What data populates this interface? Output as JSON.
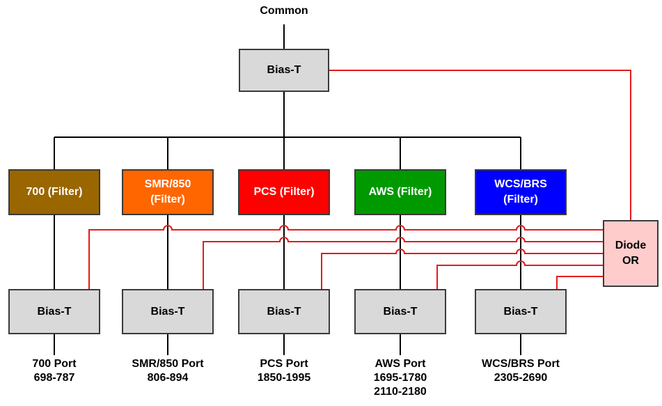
{
  "common_label": "Common",
  "top_biast": {
    "label": "Bias-T"
  },
  "filters": [
    {
      "label": "700 (Filter)",
      "color": "#996600"
    },
    {
      "label": "SMR/850\n(Filter)",
      "color": "#ff6600"
    },
    {
      "label": "PCS (Filter)",
      "color": "#ff0000"
    },
    {
      "label": "AWS (Filter)",
      "color": "#009900"
    },
    {
      "label": "WCS/BRS\n(Filter)",
      "color": "#0000ff"
    }
  ],
  "branch_biast_label": "Bias-T",
  "diode": {
    "label": "Diode\nOR",
    "color": "#ffcccc"
  },
  "ports": [
    {
      "name": "700 Port",
      "ranges": [
        "698-787"
      ]
    },
    {
      "name": "SMR/850 Port",
      "ranges": [
        "806-894"
      ]
    },
    {
      "name": "PCS Port",
      "ranges": [
        "1850-1995"
      ]
    },
    {
      "name": "AWS Port",
      "ranges": [
        "1695-1780",
        "2110-2180"
      ]
    },
    {
      "name": "WCS/BRS Port",
      "ranges": [
        "2305-2690"
      ]
    }
  ],
  "colors": {
    "wire_black": "#000000",
    "wire_red": "#e31b1b",
    "box_border": "#3a3a3a",
    "biast_fill": "#d9d9d9"
  }
}
